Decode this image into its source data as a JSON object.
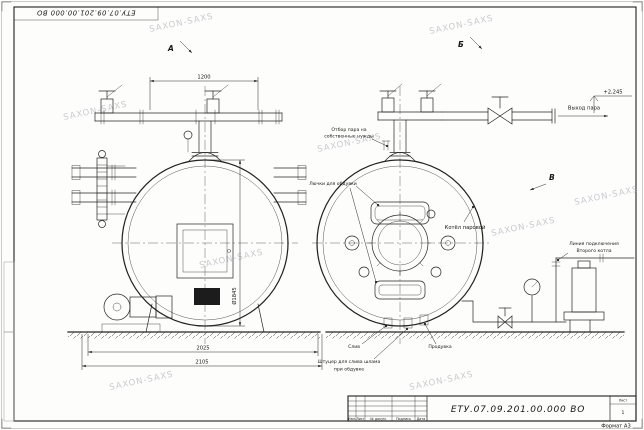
{
  "titleblock": {
    "doc_number": "ЕТУ.07.09.201.00.000 ВО",
    "format": "Формат А3",
    "sheet_label": "Лист",
    "sheet_value": "1",
    "col_izm": "Изм.",
    "col_list": "Лист",
    "col_ndoc": "№ докум.",
    "col_podp": "Подпись",
    "col_data": "Дата"
  },
  "views": {
    "a": "А",
    "b": "Б",
    "v": "В"
  },
  "dims": {
    "top_width": "1200",
    "diameter": "Ø1845",
    "base_width": "2025",
    "overall_width": "2105"
  },
  "labels": {
    "steam_outlet": "Выход пара",
    "elevation": "+2,245",
    "own_needs_1": "Отбор пара на",
    "own_needs_2": "собственные нужды",
    "hatches": "Лючки для обдувки",
    "boiler": "Котёл паровой",
    "second_line_1": "Линия подключения",
    "second_line_2": "Второго котла",
    "drain": "Слив",
    "blowdown": "Продувка",
    "sludge_1": "Штуцер для слива шлама",
    "sludge_2": "при обдувке"
  },
  "watermark": {
    "text": "SAXON-SAXS"
  }
}
